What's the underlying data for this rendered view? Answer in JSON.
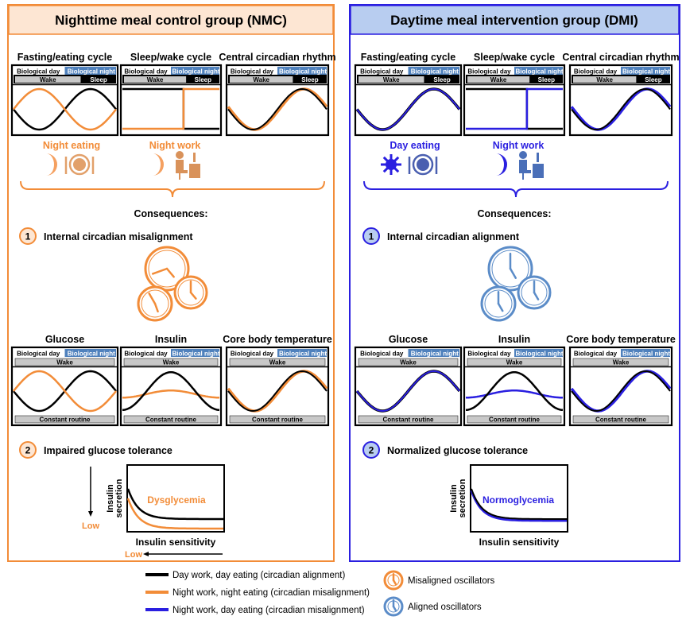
{
  "colors": {
    "black": "#000000",
    "orange": "#f28c38",
    "blue": "#2a1fe0",
    "night_blue": "#4f81bd",
    "clock_blue": "#5b8cc8",
    "nmc_header_bg": "#fde6d3",
    "dmi_header_bg": "#b8cdf0"
  },
  "labels": {
    "bio_day": "Biological day",
    "bio_night": "Biological night",
    "wake": "Wake",
    "sleep": "Sleep",
    "constant_routine": "Constant routine",
    "consequences": "Consequences:",
    "row1_titles": [
      "Fasting/eating cycle",
      "Sleep/wake cycle",
      "Central circadian rhythm"
    ],
    "row2_titles": [
      "Glucose",
      "Insulin",
      "Core body temperature"
    ],
    "curve_ylabel_1": "Insulin",
    "curve_ylabel_2": "secretion",
    "curve_xlabel": "Insulin sensitivity"
  },
  "panels": [
    {
      "title": "Nighttime meal control group (NMC)",
      "label_eating": "Night eating",
      "label_work": "Night work",
      "c1_num": "1",
      "c1": "Internal circadian misalignment",
      "c2_num": "2",
      "c2": "Impaired glucose tolerance",
      "curve_label": "Dysglycemia",
      "low_y": "Low",
      "low_x": "Low",
      "icons": [
        "moon-icon",
        "plate-cutlery-icon",
        "moon-icon",
        "desk-worker-icon"
      ]
    },
    {
      "title": "Daytime meal intervention group (DMI)",
      "label_eating": "Day eating",
      "label_work": "Night work",
      "c1_num": "1",
      "c1": "Internal circadian alignment",
      "c2_num": "2",
      "c2": "Normalized glucose tolerance",
      "curve_label": "Normoglycemia",
      "icons": [
        "sun-icon",
        "plate-cutlery-icon",
        "moon-icon",
        "desk-worker-icon"
      ]
    }
  ],
  "legend": {
    "lines": [
      {
        "label": "Day work, day eating (circadian alignment)",
        "color": "#000000"
      },
      {
        "label": "Night work, night eating (circadian misalignment)",
        "color": "#f28c38"
      },
      {
        "label": "Night work, day eating (circadian misalignment)",
        "color": "#2a1fe0"
      }
    ],
    "clocks": [
      {
        "label": "Misaligned oscillators",
        "color": "#f28c38"
      },
      {
        "label": "Aligned oscillators",
        "color": "#5b8cc8"
      }
    ]
  }
}
